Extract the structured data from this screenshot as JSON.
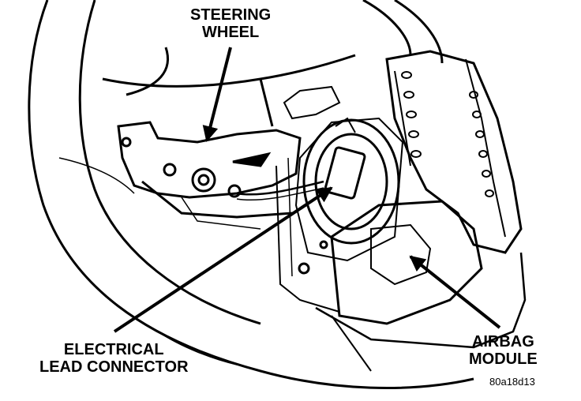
{
  "labels": {
    "steering_wheel": [
      "STEERING",
      "WHEEL"
    ],
    "electrical_lead_connector": [
      "ELECTRICAL",
      "LEAD CONNECTOR"
    ],
    "airbag_module": [
      "AIRBAG",
      "MODULE"
    ]
  },
  "figure_ref": "80a18d13"
}
